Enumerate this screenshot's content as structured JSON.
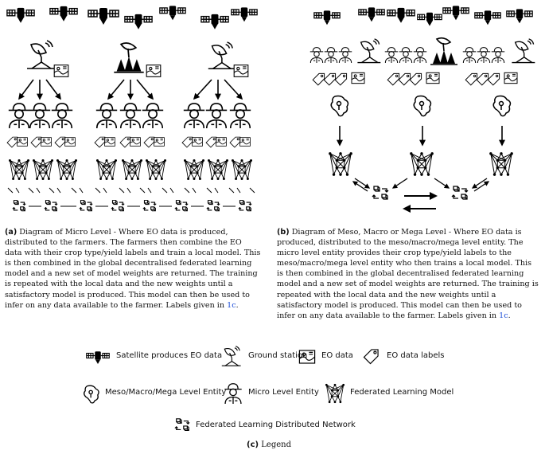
{
  "caption_a": {
    "label": "(a)",
    "text": " Diagram of Micro Level - Where EO data is produced, distributed to the farmers. The farmers then combine the EO data with their crop type/yield labels and train a local model. This is then combined in the global decentralised federated learning model and a new set of model weights are returned. The training is repeated with the local data and the new weights until a satisfactory model is produced. This model can then be used to infer on any data available to the farmer. Labels given in ",
    "ref": "1c",
    "end": "."
  },
  "caption_b": {
    "label": "(b)",
    "text": " Diagram of Meso, Macro or Mega Level - Where EO data is produced, distributed to the meso/macro/mega level entity. The micro level entity provides their crop type/yield labels to the meso/macro/mega level entity who then trains a local model. This is then combined in the global decentralised federated learning model and a new set of model weights are returned. The training is repeated with the local data and the new weights until a satisfactory model is produced. This model can then be used to infer on any data available to the farmer. Labels given in ",
    "ref": "1c",
    "end": "."
  },
  "legend": {
    "satellite": "Satellite produces EO data",
    "ground_station": "Ground station",
    "eo_data": "EO data",
    "eo_labels": "EO data labels",
    "meso_entity": "Meso/Macro/Mega Level Entity",
    "micro_entity": "Micro Level Entity",
    "fl_model": "Federated Learning Model",
    "fl_network": "Federated Learning Distributed Network",
    "title_label": "(c)",
    "title_text": " Legend"
  },
  "icons": [
    "satellite-icon",
    "ground-station-icon",
    "eo-data-icon",
    "tag-icon",
    "region-map-icon",
    "farmer-icon",
    "neural-net-icon",
    "network-cubes-icon",
    "arrow-icon"
  ]
}
